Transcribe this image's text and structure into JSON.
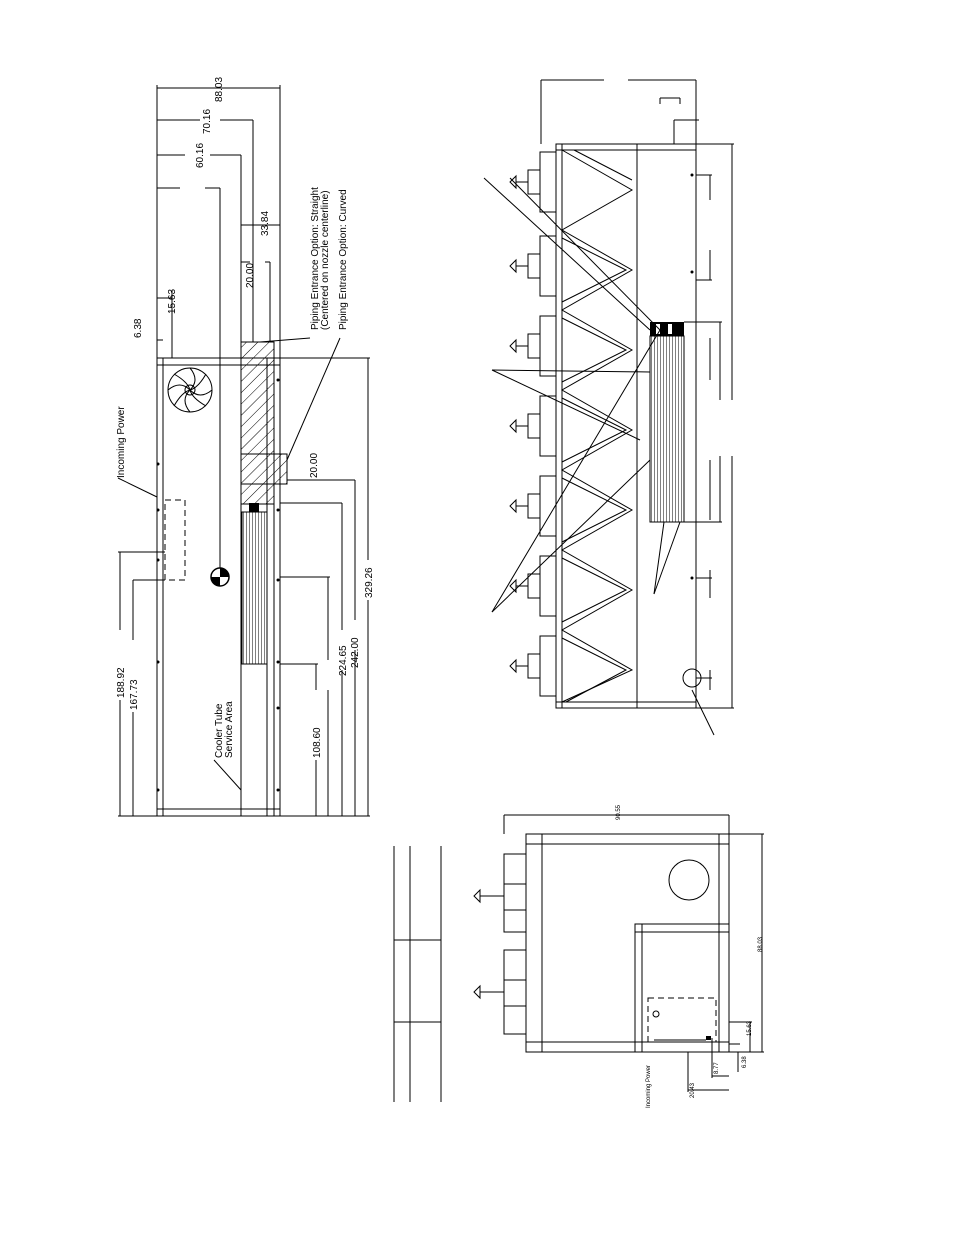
{
  "plan_view": {
    "dimensions": {
      "d_88_03": "88.03",
      "d_70_16": "70.16",
      "d_60_16": "60.16",
      "d_33_84": "33.84",
      "d_20_00_top": "20.00",
      "d_15_63": "15.63",
      "d_6_38": "6.38",
      "d_20_00_mid": "20.00",
      "d_188_92": "188.92",
      "d_167_73": "167.73",
      "d_108_60": "108.60",
      "d_224_65": "224.65",
      "d_242_00": "242.00",
      "d_329_26": "329.26"
    },
    "labels": {
      "incoming_power": "Incoming Power",
      "cooler_tube_line1": "Cooler Tube",
      "cooler_tube_line2": "Service Area",
      "piping_straight_line1": "Piping Entrance Option: Straight",
      "piping_straight_line2": "(Centered on nozzle centerline)",
      "piping_curved": "Piping Entrance Option: Curved"
    }
  },
  "end_view": {
    "dimensions": {
      "d_90_55": "90.55",
      "d_88_03": "88.03",
      "d_15_63": "15.63",
      "d_6_38": "6.38",
      "d_8_77": "8.77",
      "d_20_43": "20.43"
    },
    "labels": {
      "incoming_power": "Incoming Power"
    }
  }
}
